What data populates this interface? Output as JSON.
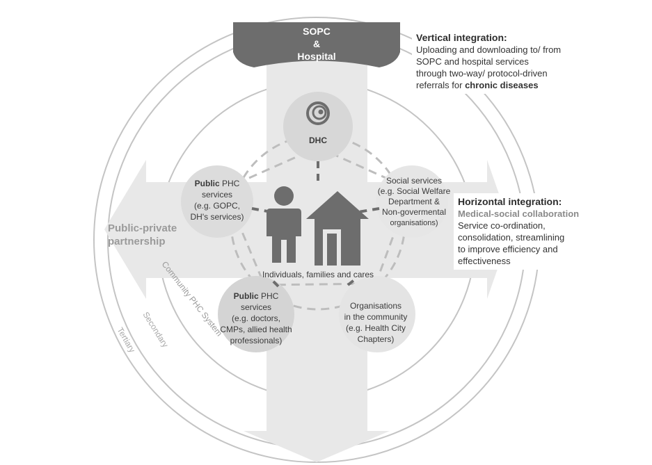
{
  "hospital": {
    "line1": "SOPC",
    "line2": "&",
    "line3": "Hospital"
  },
  "dhc": {
    "label": "DHC"
  },
  "rings": {
    "community": "Community PHC System",
    "secondary": "Secondary",
    "tertiary": "Tertiary"
  },
  "ppp": {
    "line1": "Public-private",
    "line2": "partnership"
  },
  "center": {
    "label": "Individuals, families and cares"
  },
  "public_phc_top": {
    "bold": "Public",
    "rest": " PHC",
    "line2": "services",
    "line3": "(e.g. GOPC,",
    "line4": "DH's services)"
  },
  "public_phc_bottom": {
    "bold": "Public",
    "rest": " PHC",
    "line2": "services",
    "line3": "(e.g. doctors,",
    "line4": "CMPs, allied health",
    "line5": "professionals)"
  },
  "social": {
    "line1": "Social services",
    "line2": "(e.g. Social Welfare",
    "line3": "Department &",
    "line4": "Non-govermental",
    "line5": "organisations)"
  },
  "orgs": {
    "line1": "Organisations",
    "line2": "in the community",
    "line3": "(e.g. Health City",
    "line4": "Chapters)"
  },
  "vertical": {
    "title": "Vertical integration",
    "colon": ":",
    "line1": "Uploading and downloading to/ from",
    "line2": "SOPC and hospital services",
    "line3": "through two-way/ protocol-driven",
    "line4_pre": "referrals for ",
    "line4_bold": "chronic diseases"
  },
  "horizontal": {
    "title": "Horizontal integration:",
    "subtitle": "Medical-social collaboration",
    "line1": "Service co-ordination,",
    "line2": "consolidation, streamlining",
    "line3": "to improve efficiency and",
    "line4": "effectiveness"
  },
  "colors": {
    "dark": "#6d6d6d",
    "arrow": "#e8e8e8",
    "circle": "#dedede",
    "ring": "#c4c4c4",
    "dash": "#bdbdbd"
  }
}
